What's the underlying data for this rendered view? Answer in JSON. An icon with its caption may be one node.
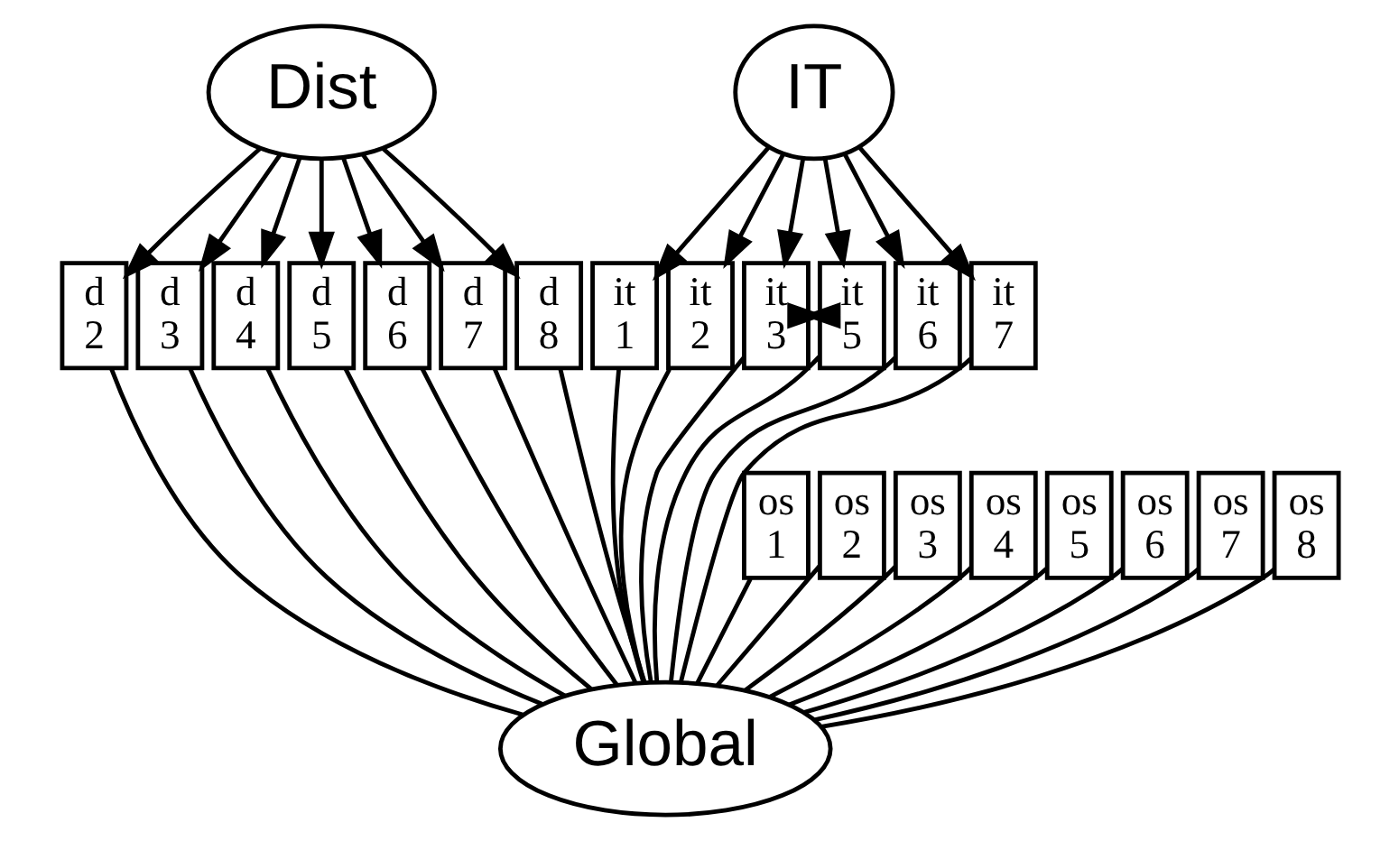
{
  "diagram": {
    "nodes": [
      {
        "text": [
          "Dist"
        ]
      },
      {
        "text": [
          "IT"
        ]
      },
      {
        "text": [
          "d 2"
        ]
      },
      {
        "text": [
          "d 3"
        ]
      },
      {
        "text": [
          "d 4"
        ]
      },
      {
        "text": [
          "d 5"
        ]
      },
      {
        "text": [
          "d 6"
        ]
      },
      {
        "text": [
          "d 7"
        ]
      },
      {
        "text": [
          "d 8"
        ]
      },
      {
        "text": [
          "it 1"
        ]
      },
      {
        "text": [
          "it 2"
        ]
      },
      {
        "text": [
          "it 3"
        ]
      },
      {
        "text": [
          "it 5"
        ]
      },
      {
        "text": [
          "it 6"
        ]
      },
      {
        "text": [
          "it 7"
        ]
      },
      {
        "text": [
          "os 1"
        ]
      },
      {
        "text": [
          "os 2"
        ]
      },
      {
        "text": [
          "os 3"
        ]
      },
      {
        "text": [
          "os 4"
        ]
      },
      {
        "text": [
          "os 5"
        ]
      },
      {
        "text": [
          "os 6"
        ]
      },
      {
        "text": [
          "os 7"
        ]
      },
      {
        "text": [
          "os 8"
        ]
      },
      {
        "text": [
          "Global"
        ]
      }
    ],
    "edges": [
      {
        "from": 0,
        "to": 2,
        "arrow": "to"
      },
      {
        "from": 0,
        "to": 3,
        "arrow": "to"
      },
      {
        "from": 0,
        "to": 4,
        "arrow": "to"
      },
      {
        "from": 0,
        "to": 5,
        "arrow": "to"
      },
      {
        "from": 0,
        "to": 6,
        "arrow": "to"
      },
      {
        "from": 0,
        "to": 7,
        "arrow": "to"
      },
      {
        "from": 0,
        "to": 8,
        "arrow": "to"
      },
      {
        "from": 1,
        "to": 9,
        "arrow": "to"
      },
      {
        "from": 1,
        "to": 10,
        "arrow": "to"
      },
      {
        "from": 1,
        "to": 11,
        "arrow": "to"
      },
      {
        "from": 1,
        "to": 12,
        "arrow": "to"
      },
      {
        "from": 1,
        "to": 13,
        "arrow": "to"
      },
      {
        "from": 1,
        "to": 14,
        "arrow": "to"
      },
      {
        "from": 11,
        "to": 12,
        "arrow": "both"
      },
      {
        "from": 2,
        "to": 23,
        "arrow": "none"
      },
      {
        "from": 3,
        "to": 23,
        "arrow": "none"
      },
      {
        "from": 4,
        "to": 23,
        "arrow": "none"
      },
      {
        "from": 5,
        "to": 23,
        "arrow": "none"
      },
      {
        "from": 6,
        "to": 23,
        "arrow": "none"
      },
      {
        "from": 7,
        "to": 23,
        "arrow": "none"
      },
      {
        "from": 8,
        "to": 23,
        "arrow": "none"
      },
      {
        "from": 9,
        "to": 23,
        "arrow": "none"
      },
      {
        "from": 10,
        "to": 23,
        "arrow": "none"
      },
      {
        "from": 11,
        "to": 23,
        "arrow": "none"
      },
      {
        "from": 12,
        "to": 23,
        "arrow": "none"
      },
      {
        "from": 13,
        "to": 23,
        "arrow": "none"
      },
      {
        "from": 14,
        "to": 23,
        "arrow": "none"
      },
      {
        "from": 15,
        "to": 23,
        "arrow": "none"
      },
      {
        "from": 16,
        "to": 23,
        "arrow": "none"
      },
      {
        "from": 17,
        "to": 23,
        "arrow": "none"
      },
      {
        "from": 18,
        "to": 23,
        "arrow": "none"
      },
      {
        "from": 19,
        "to": 23,
        "arrow": "none"
      },
      {
        "from": 20,
        "to": 23,
        "arrow": "none"
      },
      {
        "from": 21,
        "to": 23,
        "arrow": "none"
      },
      {
        "from": 22,
        "to": 23,
        "arrow": "none"
      }
    ]
  }
}
